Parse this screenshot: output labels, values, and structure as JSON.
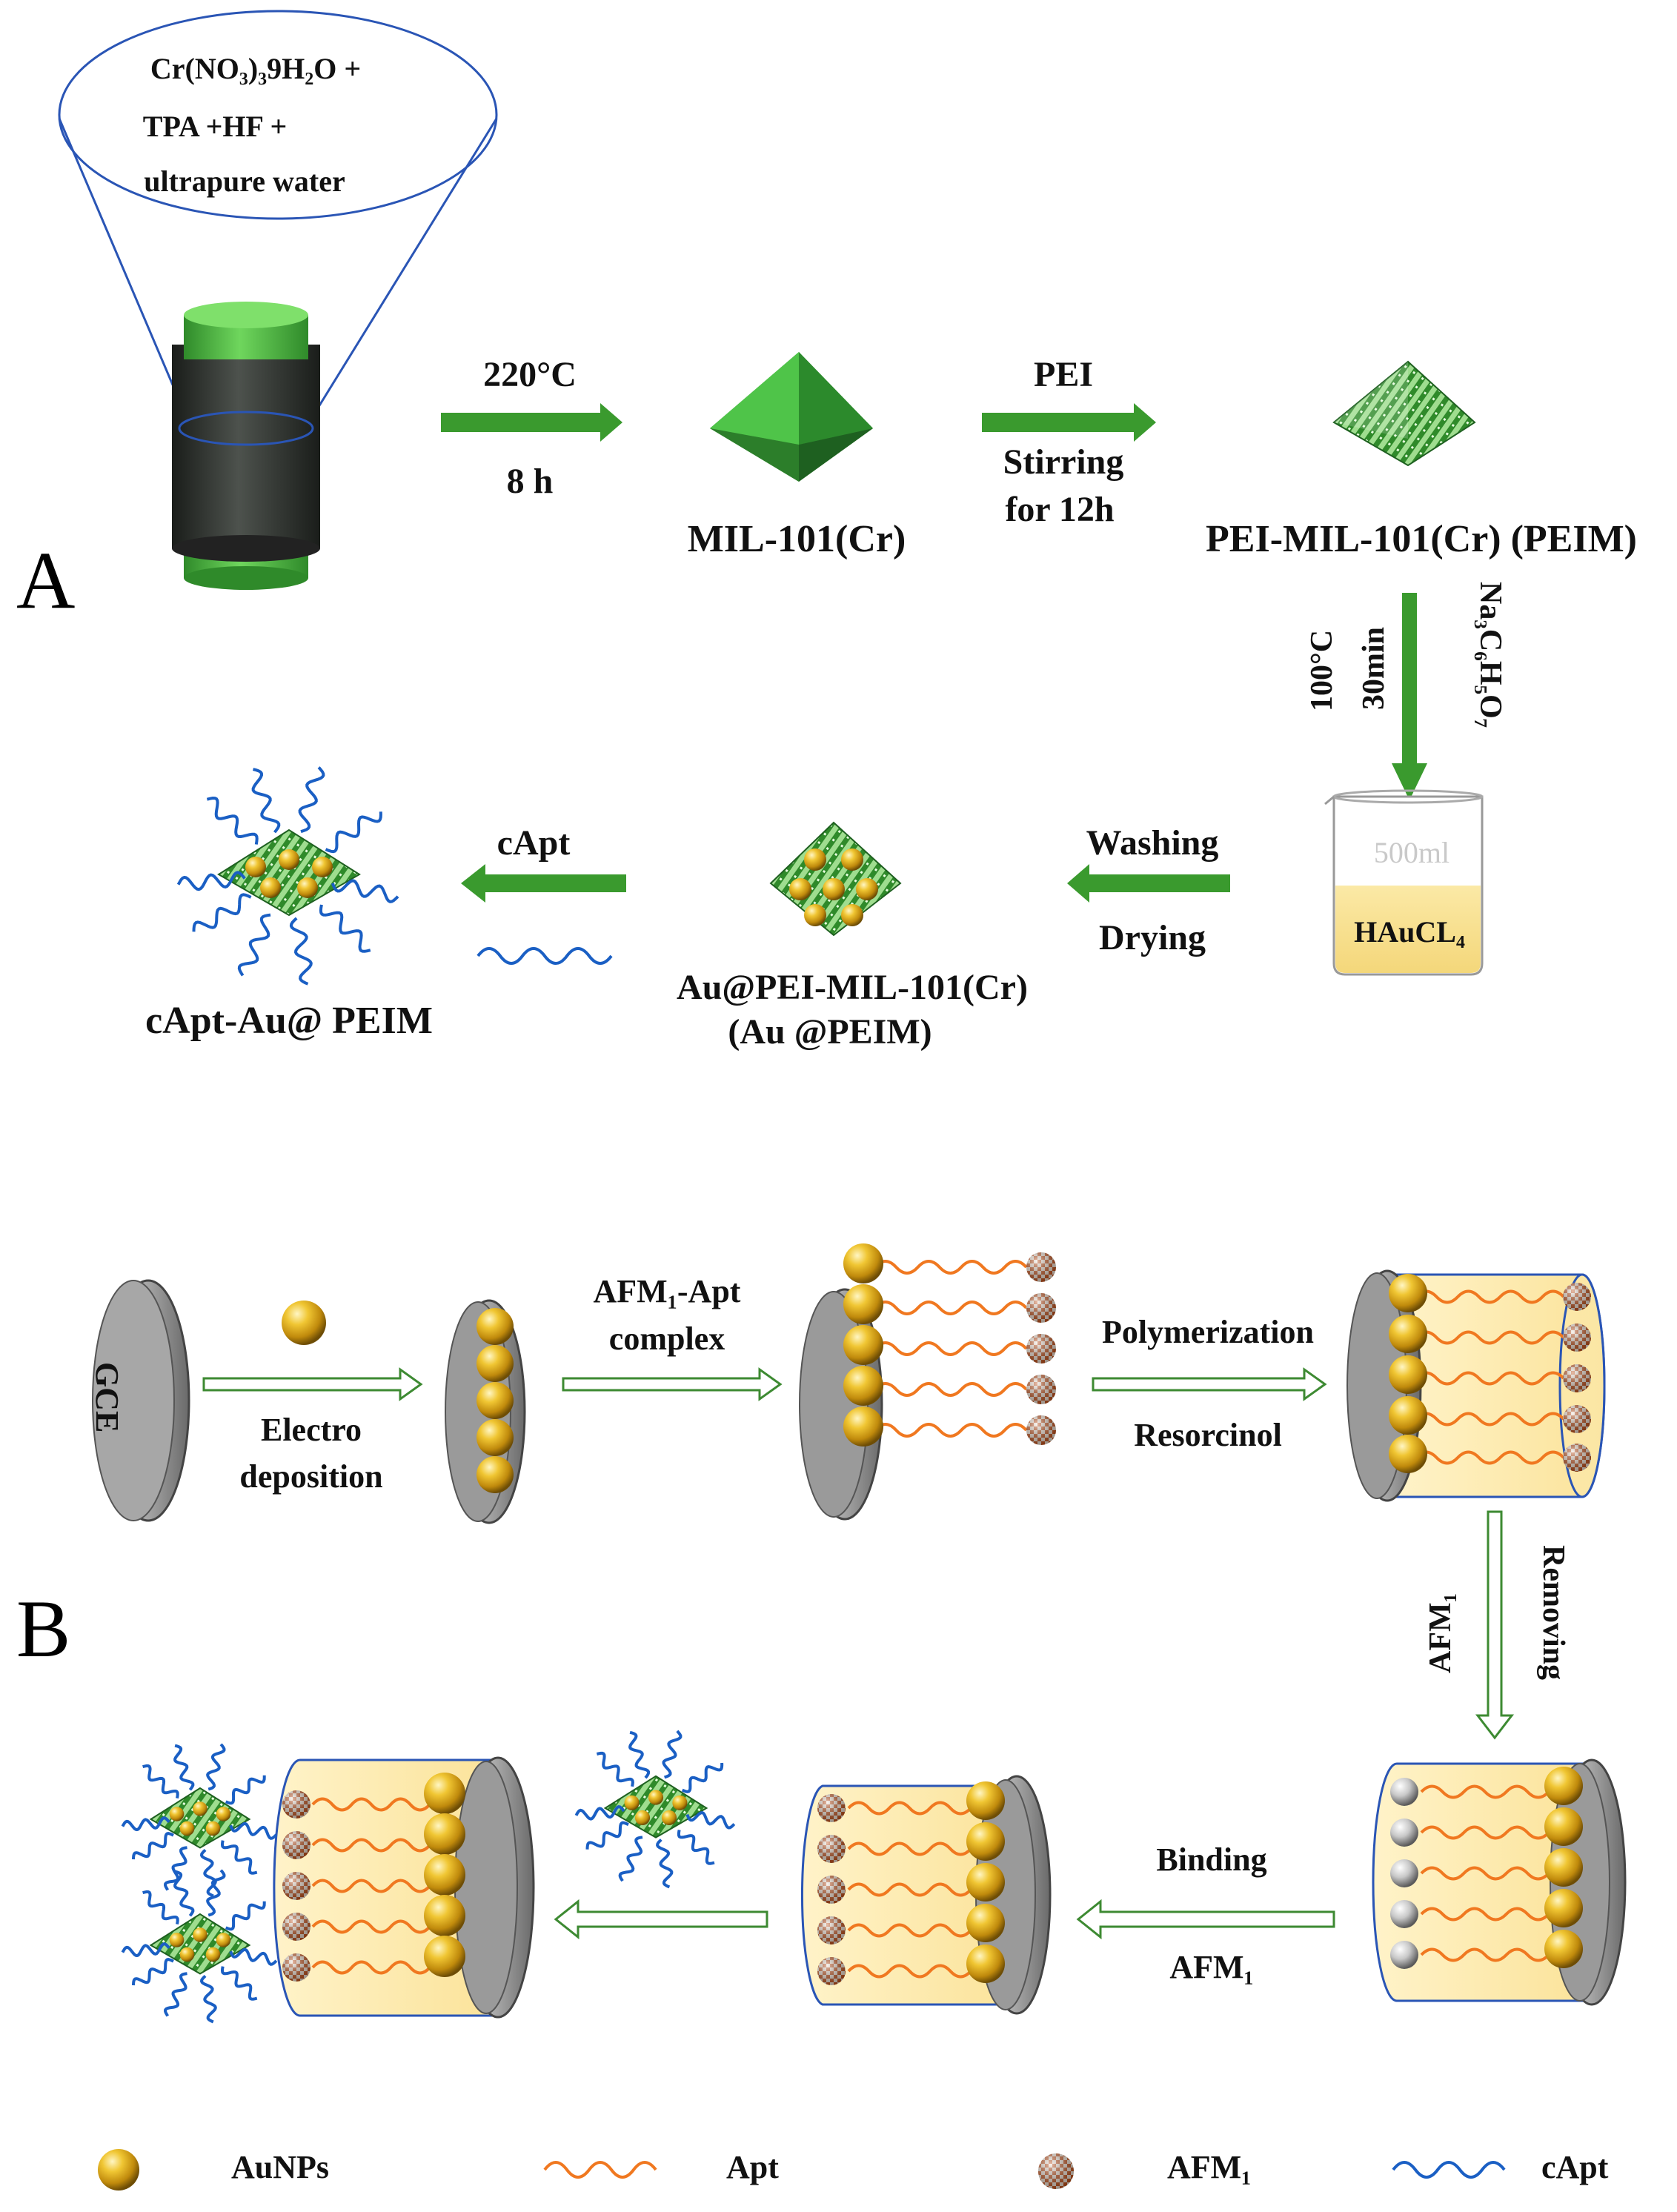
{
  "panels": {
    "a": "A",
    "b": "B"
  },
  "section_a": {
    "precursor_lines": [
      "Cr(NO₃)₃9H₂O +",
      "TPA +HF +",
      "ultrapure water"
    ],
    "step1_top": "220°C",
    "step1_bottom": "8 h",
    "mil_label": "MIL-101(Cr)",
    "step2_top": "PEI",
    "step2_bottom_line1": "Stirring",
    "step2_bottom_line2": "for  12h",
    "peim_label": "PEI-MIL-101(Cr) (PEIM)",
    "step3_temp": "100°C",
    "step3_time": "30min",
    "step3_reagent": "Na₃C₆H₅O₇",
    "beaker_volume": "500ml",
    "beaker_content": "HAuCL₄",
    "step4_top": "Washing",
    "step4_bottom": "Drying",
    "au_peim_line1": "Au@PEI-MIL-101(Cr)",
    "au_peim_line2": "(Au @PEIM)",
    "step5_top": "cApt",
    "capt_au_peim": "cApt-Au@ PEIM"
  },
  "section_b": {
    "gce": "GCE",
    "electro_line1": "Electro",
    "electro_line2": "deposition",
    "complex_line1": "AFM₁-Apt",
    "complex_line2": "complex",
    "polymerization": "Polymerization",
    "resorcinol": "Resorcinol",
    "afm1_down": "AFM₁",
    "removing": "Removing",
    "binding": "Binding",
    "afm1_bind": "AFM₁"
  },
  "legend": {
    "aunps": "AuNPs",
    "apt": "Apt",
    "afm1": "AFM₁",
    "capt": "cApt"
  },
  "colors": {
    "green_arrow": "#3a9a2e",
    "outline_arrow": "#3d8a32",
    "gold": "#d9a514",
    "apt_orange": "#f07820",
    "capt_blue": "#1a5fc4",
    "electrode_gray": "#8a8a8a",
    "gel_yellow": "#fdeeb8"
  }
}
